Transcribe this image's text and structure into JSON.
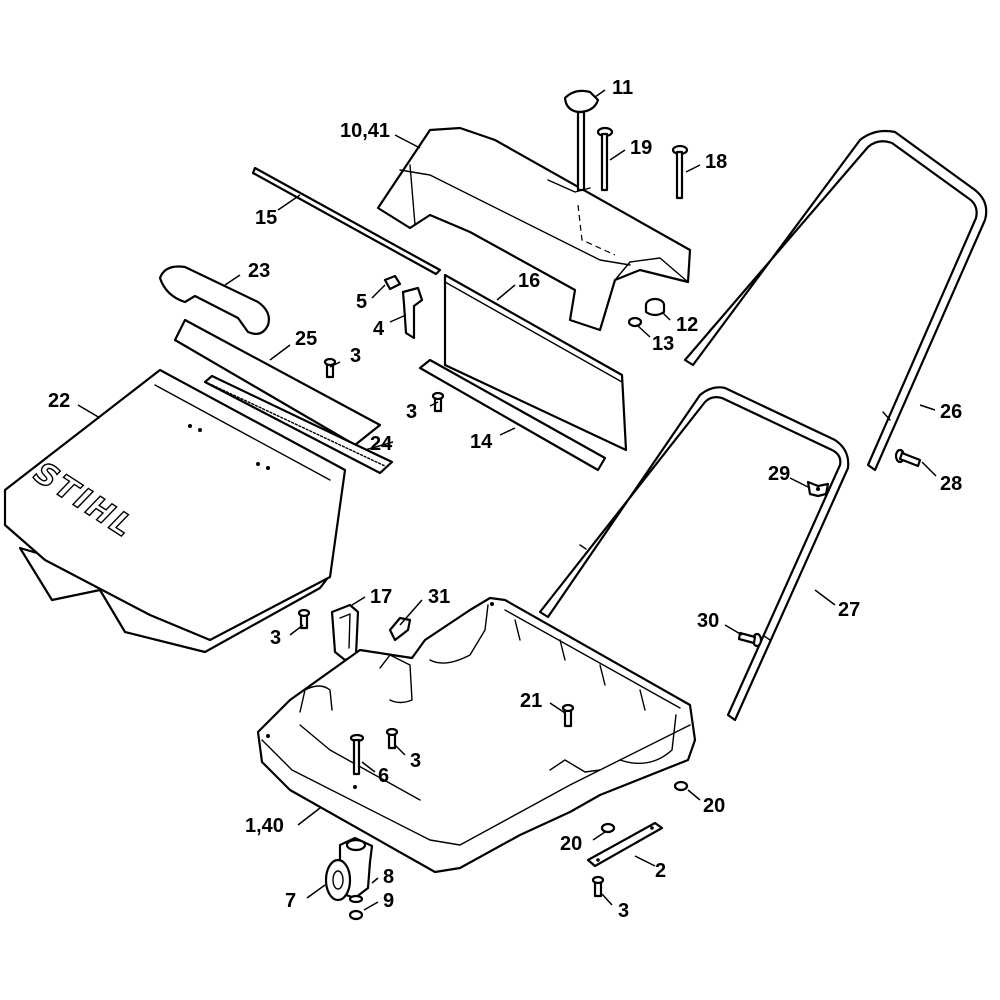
{
  "brand_logo_text": "STIHL",
  "callouts": [
    {
      "id": "c-11",
      "text": "11",
      "part": "knob-screw"
    },
    {
      "id": "c-10-41",
      "text": "10,41",
      "part": "cover"
    },
    {
      "id": "c-19",
      "text": "19",
      "part": "carriage-bolt"
    },
    {
      "id": "c-18",
      "text": "18",
      "part": "carriage-bolt"
    },
    {
      "id": "c-15",
      "text": "15",
      "part": "rod"
    },
    {
      "id": "c-23",
      "text": "23",
      "part": "handle-grip"
    },
    {
      "id": "c-16",
      "text": "16",
      "part": "flap"
    },
    {
      "id": "c-5",
      "text": "5",
      "part": "nut"
    },
    {
      "id": "c-4",
      "text": "4",
      "part": "clip"
    },
    {
      "id": "c-12",
      "text": "12",
      "part": "bushing"
    },
    {
      "id": "c-13",
      "text": "13",
      "part": "washer"
    },
    {
      "id": "c-25",
      "text": "25",
      "part": "strip"
    },
    {
      "id": "c-3-a",
      "text": "3",
      "part": "screw"
    },
    {
      "id": "c-22",
      "text": "22",
      "part": "collection-box"
    },
    {
      "id": "c-3-b",
      "text": "3",
      "part": "screw"
    },
    {
      "id": "c-14",
      "text": "14",
      "part": "rail"
    },
    {
      "id": "c-26",
      "text": "26",
      "part": "upper-handlebar"
    },
    {
      "id": "c-24",
      "text": "24",
      "part": "comb-strip"
    },
    {
      "id": "c-29",
      "text": "29",
      "part": "wing-nut"
    },
    {
      "id": "c-28",
      "text": "28",
      "part": "bolt"
    },
    {
      "id": "c-17",
      "text": "17",
      "part": "bracket"
    },
    {
      "id": "c-31",
      "text": "31",
      "part": "cap"
    },
    {
      "id": "c-27",
      "text": "27",
      "part": "lower-handlebar"
    },
    {
      "id": "c-3-c",
      "text": "3",
      "part": "screw"
    },
    {
      "id": "c-30",
      "text": "30",
      "part": "bolt"
    },
    {
      "id": "c-21",
      "text": "21",
      "part": "screw"
    },
    {
      "id": "c-6",
      "text": "6",
      "part": "bolt"
    },
    {
      "id": "c-3-d",
      "text": "3",
      "part": "screw"
    },
    {
      "id": "c-20-a",
      "text": "20",
      "part": "nut"
    },
    {
      "id": "c-1-40",
      "text": "1,40",
      "part": "housing"
    },
    {
      "id": "c-20-b",
      "text": "20",
      "part": "nut"
    },
    {
      "id": "c-2",
      "text": "2",
      "part": "bracket-strip"
    },
    {
      "id": "c-8",
      "text": "8",
      "part": "washer"
    },
    {
      "id": "c-7",
      "text": "7",
      "part": "caster-wheel"
    },
    {
      "id": "c-9",
      "text": "9",
      "part": "nut"
    },
    {
      "id": "c-3-e",
      "text": "3",
      "part": "screw"
    }
  ]
}
